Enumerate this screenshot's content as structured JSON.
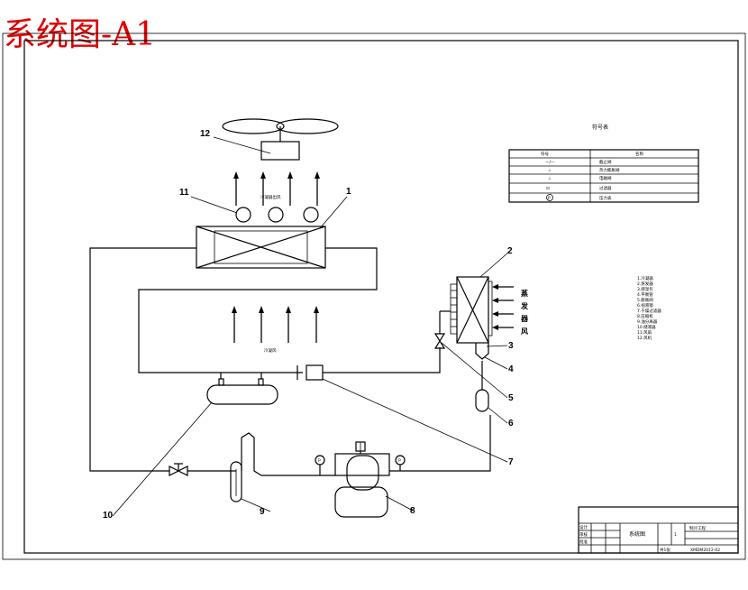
{
  "title": "系统图-A1",
  "center_labels": {
    "hot_air_out": "冷凝器出风",
    "cool_air": "冷凝风",
    "cold_air_side": [
      "蒸",
      "发",
      "器",
      "风"
    ]
  },
  "components": [
    "1",
    "2",
    "3",
    "4",
    "5",
    "6",
    "7",
    "8",
    "9",
    "10",
    "11",
    "12"
  ],
  "legend": {
    "title": "符号表",
    "header": [
      "符号",
      "名称"
    ],
    "rows": [
      {
        "symbol": "—/—",
        "name": "截止阀"
      },
      {
        "symbol": "⊥",
        "name": "热力膨胀阀"
      },
      {
        "symbol": "⊥",
        "name": "电磁阀"
      },
      {
        "symbol": "⊡",
        "name": "过滤器"
      },
      {
        "symbol": "P",
        "name": "压力表"
      }
    ]
  },
  "parts_list": [
    "1.冷凝器",
    "2.蒸发器",
    "3.感温包",
    "4.平衡管",
    "5.膨胀阀",
    "6.视液镜",
    "7.干燥过滤器",
    "8.压缩机",
    "9.油分离器",
    "10.储液器",
    "11.风扇",
    "12.风机"
  ],
  "title_block": {
    "drawing_name": "系统图",
    "drawing_number": "XMDM2012-02",
    "scale": "1",
    "school": "制冷工程",
    "design": "设计",
    "check": "审核",
    "approve": "批准",
    "sheet": "共1张"
  }
}
